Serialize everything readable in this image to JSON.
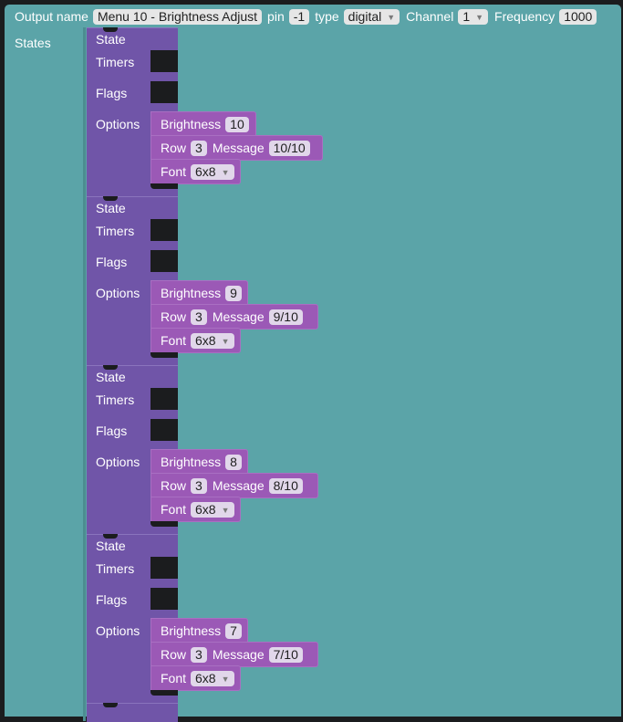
{
  "output": {
    "name_label": "Output name",
    "name_value": "Menu 10 - Brightness Adjust",
    "pin_label": "pin",
    "pin_value": "-1",
    "type_label": "type",
    "type_value": "digital",
    "channel_label": "Channel",
    "channel_value": "1",
    "frequency_label": "Frequency",
    "frequency_value": "1000",
    "states_label": "States"
  },
  "state_labels": {
    "state": "State",
    "timers": "Timers",
    "flags": "Flags",
    "options": "Options",
    "brightness": "Brightness",
    "row": "Row",
    "message": "Message",
    "font": "Font"
  },
  "states": [
    {
      "brightness": "10",
      "row": "3",
      "message": "10/10",
      "font": "6x8"
    },
    {
      "brightness": "9",
      "row": "3",
      "message": "9/10",
      "font": "6x8"
    },
    {
      "brightness": "8",
      "row": "3",
      "message": "8/10",
      "font": "6x8"
    },
    {
      "brightness": "7",
      "row": "3",
      "message": "7/10",
      "font": "6x8"
    }
  ],
  "colors": {
    "background": "#1b1c1e",
    "output_block": "#5ba4a8",
    "state_block": "#7055a8",
    "option_block": "#9b59b6"
  },
  "icons": {
    "dropdown": "dropdown-arrow-icon"
  }
}
